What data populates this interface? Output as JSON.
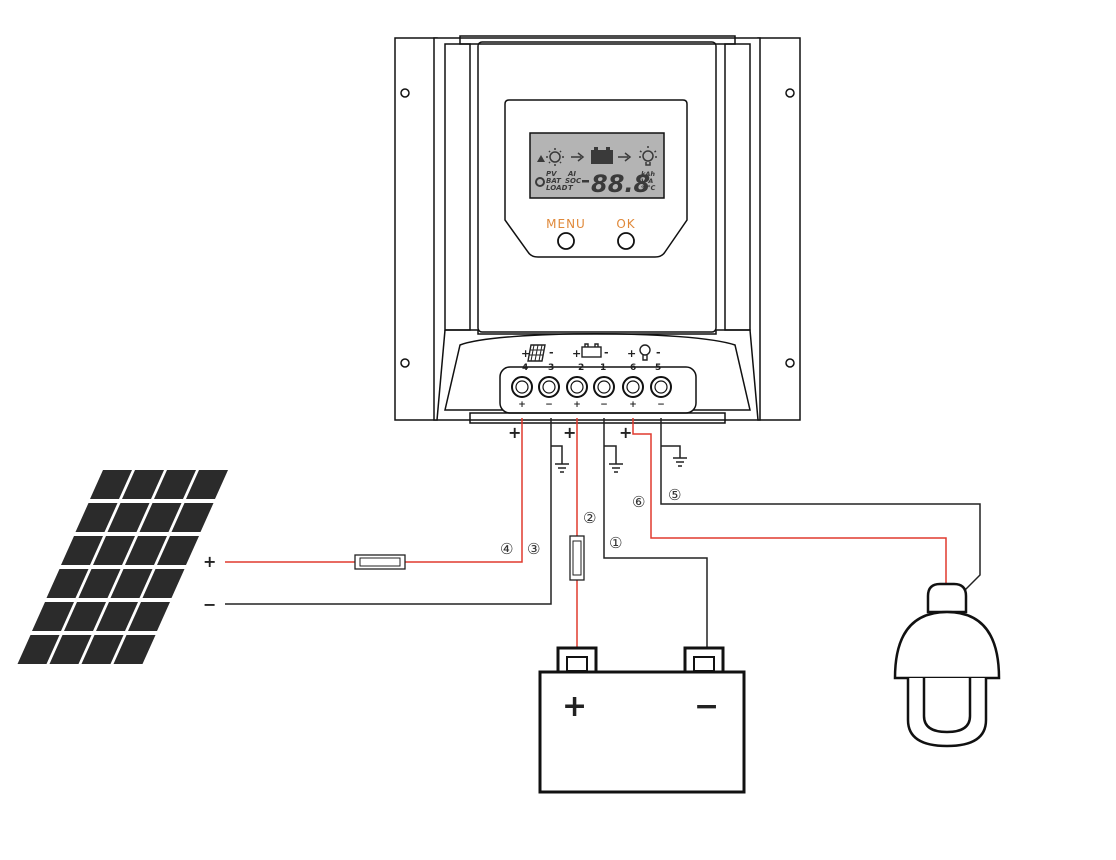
{
  "controller": {
    "lcd": {
      "row_labels": [
        "PV",
        "BAT",
        "LOAD"
      ],
      "mode_labels": [
        "AI",
        "SOC",
        "T"
      ],
      "digits": "88.8",
      "units": [
        "kAh",
        "V A",
        "%℃"
      ]
    },
    "buttons": {
      "menu": "MENU",
      "ok": "OK"
    },
    "terminal_groups": {
      "pv": {
        "plus": "+",
        "minus": "-",
        "num_left": "4",
        "num_right": "3"
      },
      "bat": {
        "plus": "+",
        "minus": "-",
        "num_left": "2",
        "num_right": "1"
      },
      "load": {
        "plus": "+",
        "minus": "-",
        "num_left": "6",
        "num_right": "5"
      }
    },
    "terminal_polarity": [
      "+",
      "−",
      "+",
      "−",
      "+",
      "−"
    ]
  },
  "wires": {
    "pv_pos_num": "④",
    "pv_neg_num": "③",
    "bat_pos_num": "②",
    "bat_neg_num": "①",
    "load_pos_num": "⑥",
    "load_neg_num": "⑤",
    "pv_pos_sign": "+",
    "bat_pos_sign": "+",
    "load_pos_sign": "+"
  },
  "panel": {
    "plus": "+",
    "minus": "−"
  },
  "battery": {
    "plus": "+",
    "minus": "−"
  },
  "colors": {
    "positive_wire": "#e03a2e",
    "negative_wire": "#222222",
    "accent": "#e0893a",
    "panel": "#2b2b2b"
  }
}
